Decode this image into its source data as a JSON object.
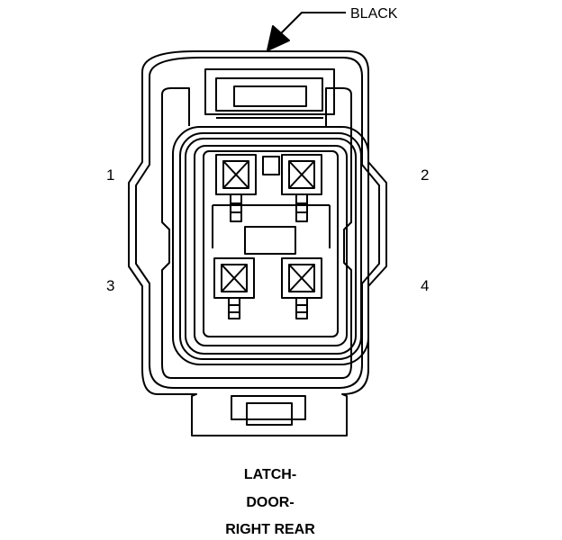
{
  "connector": {
    "color_callout": "BLACK",
    "title_lines": [
      "LATCH-",
      "DOOR-",
      "RIGHT REAR"
    ],
    "pins": [
      {
        "number": "1"
      },
      {
        "number": "2"
      },
      {
        "number": "3"
      },
      {
        "number": "4"
      }
    ]
  }
}
